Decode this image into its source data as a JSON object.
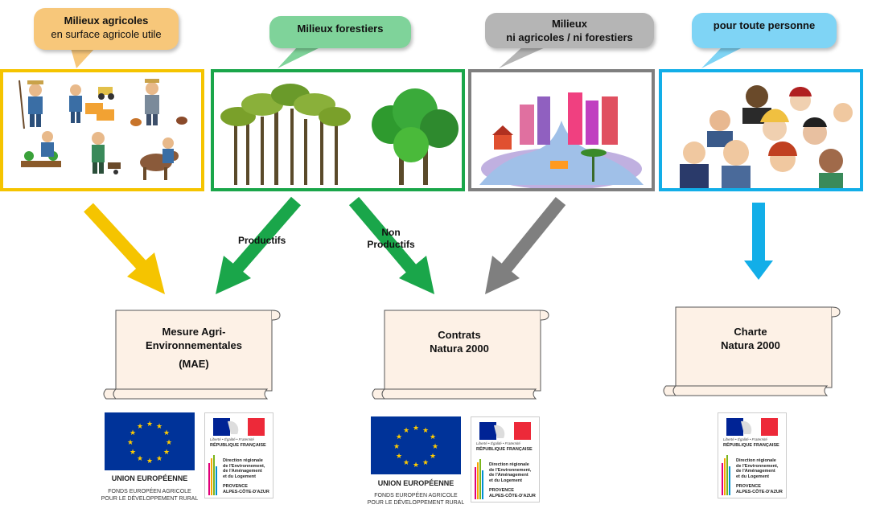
{
  "milieux": [
    {
      "title": "Milieux agricoles",
      "subtitle": "en surface agricole utile",
      "color": "#f5c400",
      "bubble": "#f7c77a"
    },
    {
      "title": "Milieux forestiers",
      "subtitle": "",
      "color": "#1aa64a",
      "bubble": "#7fd39a"
    },
    {
      "title": "Milieux",
      "subtitle": "ni agricoles / ni forestiers",
      "color": "#7f7f7f",
      "bubble": "#b5b5b5"
    },
    {
      "title": "pour toute personne",
      "subtitle": "",
      "color": "#12aee8",
      "bubble": "#7fd4f5"
    }
  ],
  "arrow_labels": {
    "productifs": "Productifs",
    "non_productifs_1": "Non",
    "non_productifs_2": "Productifs"
  },
  "outcomes": [
    {
      "line1": "Mesure Agri-",
      "line2": "Environnementales",
      "line3": "(MAE)"
    },
    {
      "line1": "Contrats",
      "line2": "Natura 2000",
      "line3": ""
    },
    {
      "line1": "Charte",
      "line2": "Natura 2000",
      "line3": ""
    }
  ],
  "eu_logo": {
    "title": "UNION EUROPÉENNE",
    "caption1": "FONDS EUROPÉEN AGRICOLE",
    "caption2": "POUR LE DÉVELOPPEMENT RURAL",
    "flag_color": "#003399",
    "star_color": "#ffcc00"
  },
  "rf_logo": {
    "motto": "Liberté • Égalité • Fraternité",
    "republic": "RÉPUBLIQUE FRANÇAISE",
    "dir1": "Direction régionale",
    "dir2": "de l'Environnement,",
    "dir3": "de l'Aménagement",
    "dir4": "et du Logement",
    "region1": "PROVENCE",
    "region2": "ALPES-CÔTE-D'AZUR"
  },
  "colors": {
    "yellow": "#f5c400",
    "green": "#1aa64a",
    "grey": "#7f7f7f",
    "blue": "#12aee8",
    "scroll": "#fdf1e6"
  }
}
